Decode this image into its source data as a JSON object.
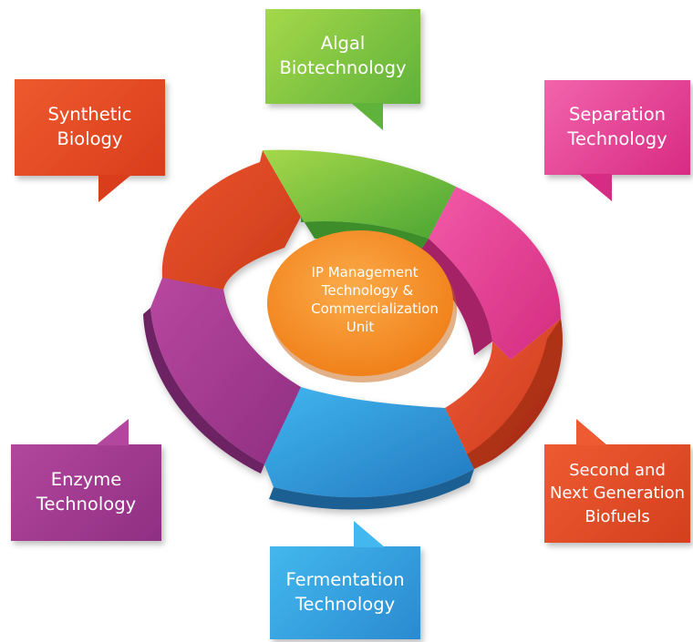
{
  "center": {
    "lines": [
      "IP Management",
      "Technology &",
      "Commercialization",
      "Unit"
    ]
  },
  "segments": [
    {
      "name": "Algal Biotechnology",
      "lines": [
        "Algal",
        "Biotechnology"
      ],
      "color": "#8cc63f"
    },
    {
      "name": "Separation Technology",
      "lines": [
        "Separation",
        "Technology"
      ],
      "color": "#e6368f"
    },
    {
      "name": "Second and Next Generation Biofuels",
      "lines": [
        "Second and",
        "Next Generation",
        "Biofuels"
      ],
      "color": "#e2462a"
    },
    {
      "name": "Fermentation Technology",
      "lines": [
        "Fermentation",
        "Technology"
      ],
      "color": "#3a9fd8"
    },
    {
      "name": "Enzyme Technology",
      "lines": [
        "Enzyme",
        "Technology"
      ],
      "color": "#a83c95"
    },
    {
      "name": "Synthetic Biology",
      "lines": [
        "Synthetic",
        "Biology"
      ],
      "color": "#e24a26"
    }
  ],
  "colors": {
    "center": "#f58a1f",
    "algal_dark": "#4aa832",
    "separation_dark": "#b82a70",
    "biofuels_dark": "#b43218",
    "fermentation_dark": "#1f6fa8",
    "enzyme_dark": "#7a2a70",
    "synthetic_dark": "#b02d15"
  }
}
